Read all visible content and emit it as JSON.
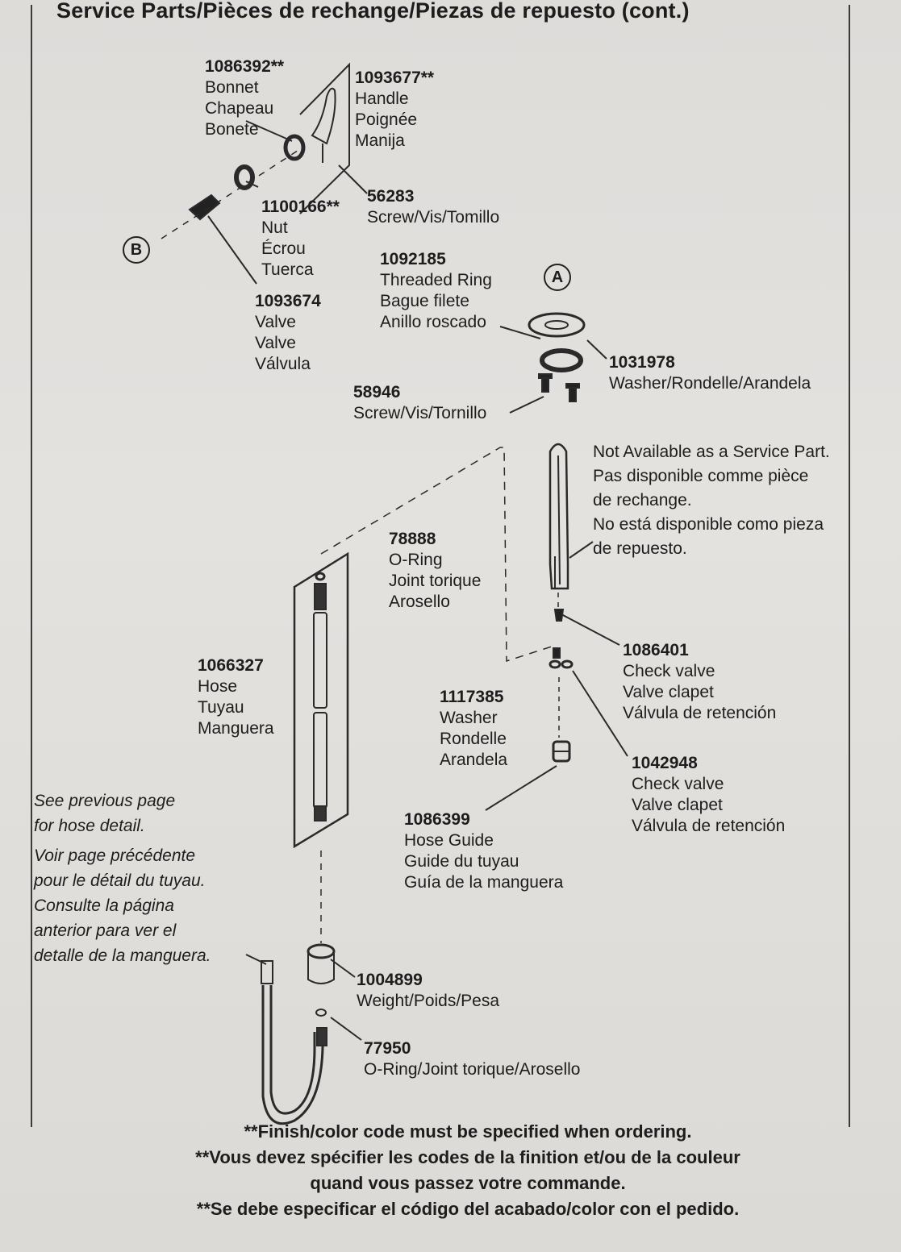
{
  "title": "Service Parts/Pièces de rechange/Piezas de repuesto (cont.)",
  "callouts": {
    "a": "A",
    "b": "B"
  },
  "parts": {
    "bonnet": {
      "number": "1086392**",
      "lines": [
        "Bonnet",
        "Chapeau",
        "Bonete"
      ]
    },
    "handle": {
      "number": "1093677**",
      "lines": [
        "Handle",
        "Poignée",
        "Manija"
      ]
    },
    "screw_56283": {
      "number": "56283",
      "lines": [
        "Screw/Vis/Tomillo"
      ]
    },
    "nut": {
      "number": "1100166**",
      "lines": [
        "Nut",
        "Écrou",
        "Tuerca"
      ]
    },
    "threaded_ring": {
      "number": "1092185",
      "lines": [
        "Threaded Ring",
        "Bague filete",
        "Anillo roscado"
      ]
    },
    "valve": {
      "number": "1093674",
      "lines": [
        "Valve",
        "Valve",
        "Válvula"
      ]
    },
    "washer_1031978": {
      "number": "1031978",
      "lines": [
        "Washer/Rondelle/Arandela"
      ]
    },
    "screw_58946": {
      "number": "58946",
      "lines": [
        "Screw/Vis/Tornillo"
      ]
    },
    "not_available": {
      "lines": [
        "Not Available as a Service Part.",
        "Pas disponible comme pièce",
        "de rechange.",
        "No está disponible como pieza",
        "de repuesto."
      ]
    },
    "oring_78888": {
      "number": "78888",
      "lines": [
        "O-Ring",
        "Joint torique",
        "Arosello"
      ]
    },
    "check_valve_1086401": {
      "number": "1086401",
      "lines": [
        "Check valve",
        "Valve clapet",
        "Válvula de retención"
      ]
    },
    "hose": {
      "number": "1066327",
      "lines": [
        "Hose",
        "Tuyau",
        "Manguera"
      ]
    },
    "washer_1117385": {
      "number": "1117385",
      "lines": [
        "Washer",
        "Rondelle",
        "Arandela"
      ]
    },
    "check_valve_1042948": {
      "number": "1042948",
      "lines": [
        "Check valve",
        "Valve clapet",
        "Válvula de retención"
      ]
    },
    "hose_guide": {
      "number": "1086399",
      "lines": [
        "Hose Guide",
        "Guide du tuyau",
        "Guía de la manguera"
      ]
    },
    "weight": {
      "number": "1004899",
      "lines": [
        "Weight/Poids/Pesa"
      ]
    },
    "oring_77950": {
      "number": "77950",
      "lines": [
        "O-Ring/Joint torique/Arosello"
      ]
    }
  },
  "hose_note": {
    "lines": [
      "See previous page",
      "for hose detail.",
      "Voir page précédente",
      "pour le détail du tuyau.",
      "Consulte la página",
      "anterior para ver el",
      "detalle de la manguera."
    ]
  },
  "footer": {
    "lines": [
      "**Finish/color code must be specified when ordering.",
      "**Vous devez spécifier les codes de la finition et/ou de la couleur",
      "quand vous passez votre commande.",
      "**Se debe especificar el código del acabado/color con el pedido."
    ]
  }
}
